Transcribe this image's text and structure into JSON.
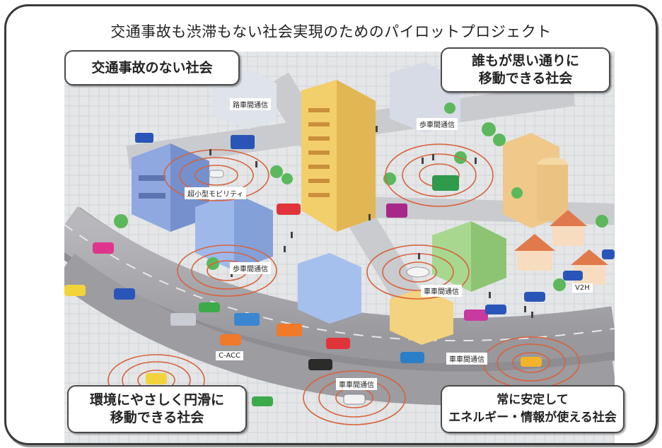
{
  "title": "交通事故も渋滞もない社会実現のためのパイロットプロジェクト",
  "callouts": {
    "top_left": "交通事故のない社会",
    "top_right": [
      "誰もが思い通りに",
      "移動できる社会"
    ],
    "bottom_left": [
      "環境にやさしく円滑に",
      "移動できる社会"
    ],
    "bottom_right": [
      "常に安定して",
      "エネルギー・情報が使える社会"
    ]
  },
  "labels": {
    "road_vehicle": "路車間通信",
    "ped_vehicle_1": "歩車間通信",
    "micro_mobility": "超小型モビリティ",
    "ped_vehicle_2": "歩車間通信",
    "v2v_1": "車車間通信",
    "v2h": "V2H",
    "cacc": "C-ACC",
    "v2v_2": "車車間通信",
    "v2v_3": "車車間通信"
  },
  "colors": {
    "frame": "#3a3a3a",
    "signal_ring": "#d9623a",
    "road": "#a9a9ad",
    "building_yellow": "#f3cf6b",
    "building_blue": "#8fa8e0",
    "building_green": "#a8d890",
    "tree": "#5cb85c"
  }
}
